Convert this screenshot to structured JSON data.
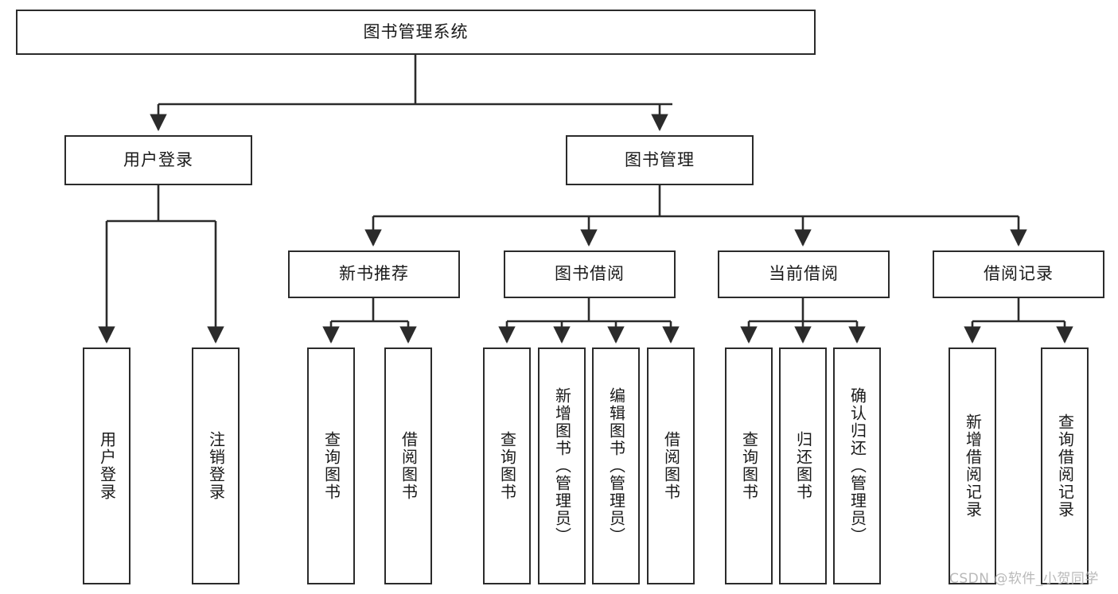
{
  "diagram": {
    "type": "tree-hierarchy",
    "title": "图书管理系统",
    "watermark": "CSDN @软件_小贺同学",
    "colors": {
      "stroke": "#2b2b2b",
      "fill": "#ffffff",
      "text": "#1a1a1a",
      "watermark": "#b9b9b9"
    },
    "levels": {
      "root": {
        "label": "图书管理系统"
      },
      "level2": [
        {
          "id": "user-login",
          "label": "用户登录"
        },
        {
          "id": "book-manage",
          "label": "图书管理"
        }
      ],
      "level3": [
        {
          "id": "new-book-recommend",
          "label": "新书推荐"
        },
        {
          "id": "book-borrow",
          "label": "图书借阅"
        },
        {
          "id": "current-borrow",
          "label": "当前借阅"
        },
        {
          "id": "borrow-record",
          "label": "借阅记录"
        }
      ],
      "leaves": {
        "user_login": [
          {
            "id": "leaf-user-login",
            "label": "用户登录"
          },
          {
            "id": "leaf-logout-login",
            "label": "注销登录"
          }
        ],
        "new_book_recommend": [
          {
            "id": "leaf-query-book-1",
            "label": "查询图书"
          },
          {
            "id": "leaf-borrow-book-1",
            "label": "借阅图书"
          }
        ],
        "book_borrow": [
          {
            "id": "leaf-query-book-2",
            "label": "查询图书"
          },
          {
            "id": "leaf-add-book",
            "label": "新增图书（管理员）"
          },
          {
            "id": "leaf-edit-book",
            "label": "编辑图书（管理员）"
          },
          {
            "id": "leaf-borrow-book-2",
            "label": "借阅图书"
          }
        ],
        "current_borrow": [
          {
            "id": "leaf-query-book-3",
            "label": "查询图书"
          },
          {
            "id": "leaf-return-book",
            "label": "归还图书"
          },
          {
            "id": "leaf-confirm-return",
            "label": "确认归还（管理员）"
          }
        ],
        "borrow_record": [
          {
            "id": "leaf-add-record",
            "label": "新增借阅记录"
          },
          {
            "id": "leaf-query-record",
            "label": "查询借阅记录"
          }
        ]
      }
    }
  }
}
